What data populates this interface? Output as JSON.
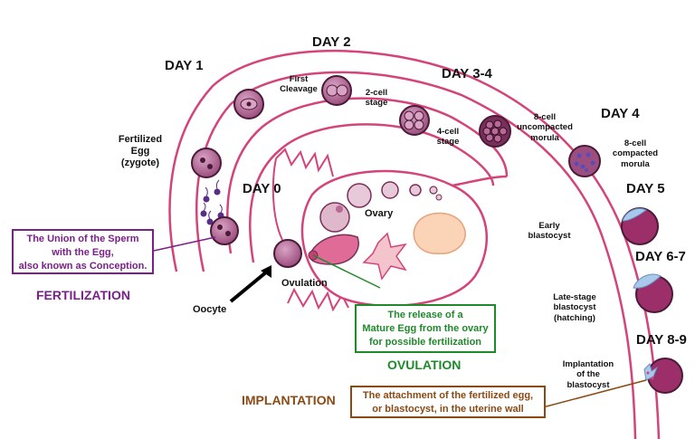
{
  "days": {
    "day1": "DAY 1",
    "day2": "DAY 2",
    "day34": "DAY 3-4",
    "day4": "DAY 4",
    "day0": "DAY 0",
    "day5": "DAY 5",
    "day67": "DAY 6-7",
    "day89": "DAY 8-9"
  },
  "stages": {
    "first_cleavage": "First\nCleavage",
    "two_cell": "2-cell\nstage",
    "four_cell": "4-cell\nstage",
    "eight_uncompacted": "8-cell\nuncompacted\nmorula",
    "eight_compacted": "8-cell\ncompacted\nmorula",
    "zygote": "Fertilized\nEgg\n(zygote)",
    "ovary": "Ovary",
    "early_blastocyst": "Early\nblastocyst",
    "late_blastocyst": "Late-stage\nblastocyst\n(hatching)",
    "implantation_of_blastocyst": "Implantation\nof the\nblastocyst",
    "oocyte": "Oocyte",
    "ovulation_small": "Ovulation"
  },
  "callouts": {
    "fertilization_box": "The Union of the Sperm\nwith the Egg,\nalso known as Conception.",
    "fertilization_title": "FERTILIZATION",
    "ovulation_box": "The release of a\nMature Egg from the ovary\nfor possible fertilization",
    "ovulation_title": "OVULATION",
    "implantation_box": "The attachment of the fertilized egg,\nor blastocyst, in the uterine wall",
    "implantation_title": "IMPLANTATION"
  },
  "colors": {
    "tube_outline": "#d4447a",
    "cell_fill": "#b76a95",
    "fertilization": "#7b1f8a",
    "ovulation": "#1f8a2a",
    "implantation": "#8a4a14"
  }
}
